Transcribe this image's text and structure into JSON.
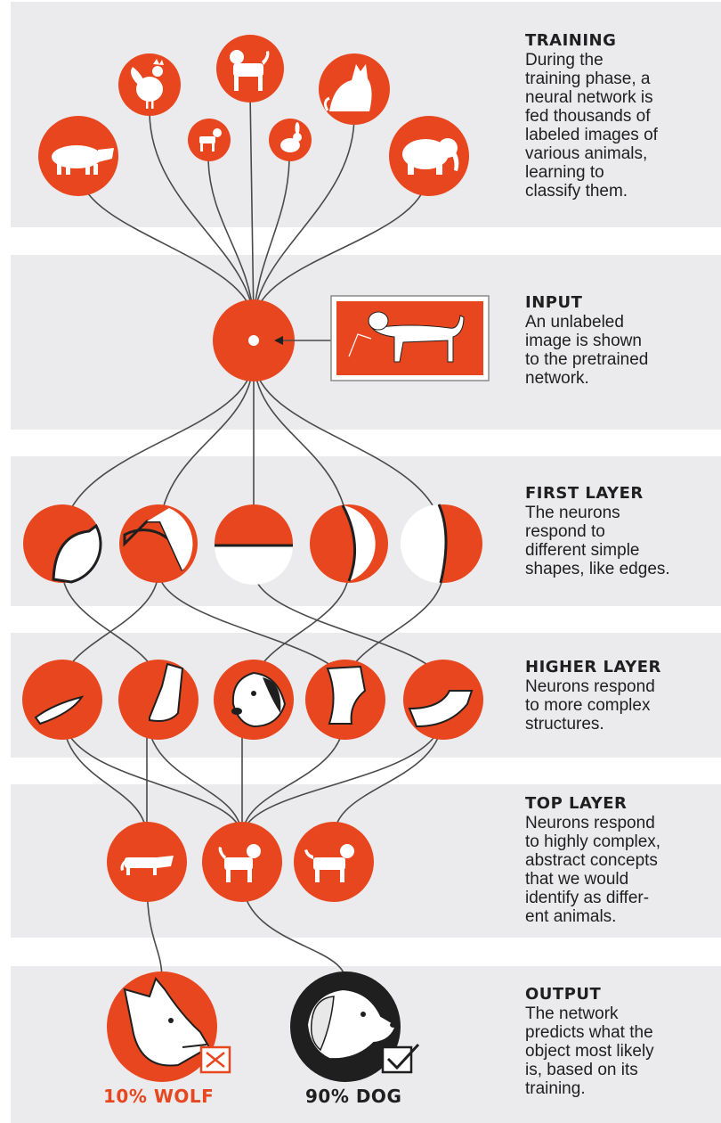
{
  "sections": [
    {
      "heading": "TRAINING",
      "body": "During the\ntraining phase, a\nneural network is\nfed thousands of\nlabeled images of\nvarious animals,\nlearning to\nclassify them."
    },
    {
      "heading": "INPUT",
      "body": "An unlabeled\nimage is shown\nto the pretrained\nnetwork."
    },
    {
      "heading": "FIRST LAYER",
      "body": "The neurons\nrespond to\ndifferent simple\nshapes, like edges."
    },
    {
      "heading": "HIGHER LAYER",
      "body": "Neurons respond\nto more complex\nstructures."
    },
    {
      "heading": "TOP LAYER",
      "body": "Neurons respond\nto highly complex,\nabstract concepts\nthat we would\nidentify as differ-\nent animals."
    },
    {
      "heading": "OUTPUT",
      "body": "The network\npredicts what the\nobject most likely\nis, based on its\ntraining."
    }
  ],
  "outputs": {
    "wolf": {
      "label": "10% WOLF",
      "color": "#e8461e"
    },
    "dog": {
      "label": "90% DOG",
      "color": "#1f1f1f"
    }
  },
  "training_animals": [
    "pig-icon",
    "dog-icon",
    "rooster-icon",
    "large-dog-icon",
    "rabbit-icon",
    "cat-icon",
    "elephant-icon"
  ],
  "colors": {
    "accent": "#e8461e",
    "band": "#ebebed",
    "ink": "#1f1f1f"
  }
}
